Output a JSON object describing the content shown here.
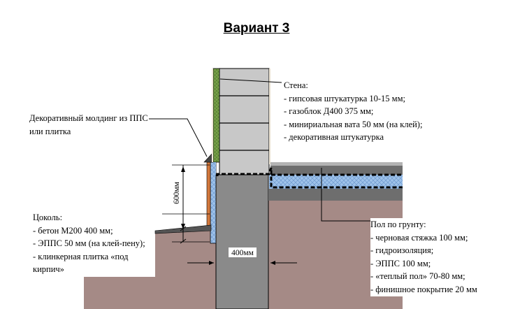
{
  "title": "Вариант 3",
  "wall_callout": {
    "heading": "Стена:",
    "items": [
      "- гипсовая штукатурка 10-15 мм;",
      "- газоблок Д400 375 мм;",
      "- минириальная вата 50 мм (на клей);",
      "- декоративная штукатурка"
    ]
  },
  "molding_callout": {
    "lines": [
      "Декоративный молдинг из ППС",
      "или плитка"
    ]
  },
  "plinth_callout": {
    "heading": "Цоколь:",
    "items": [
      "- бетон М200 400 мм;",
      "- ЭППС 50 мм (на клей-пену);",
      "- клинкерная плитка «под",
      "кирпич»"
    ]
  },
  "floor_callout": {
    "heading": "Пол по грунту:",
    "items": [
      "- черновая стяжка 100 мм;",
      "- гидроизоляция;",
      "- ЭППС 100 мм;",
      "- «теплый пол» 70-80 мм;",
      "- финишное покрытие 20 мм"
    ]
  },
  "dimensions": {
    "height_label": "600мм",
    "width_label": "400мм"
  },
  "colors": {
    "ground": "#a58a86",
    "concrete": "#8a8a8a",
    "aerated_block": "#c8c8c8",
    "insulation_blue": "#9fc3ea",
    "mineral_wool_green": "#7aa04a",
    "clinker_orange": "#d2783c",
    "screed": "#6e6e6e"
  }
}
